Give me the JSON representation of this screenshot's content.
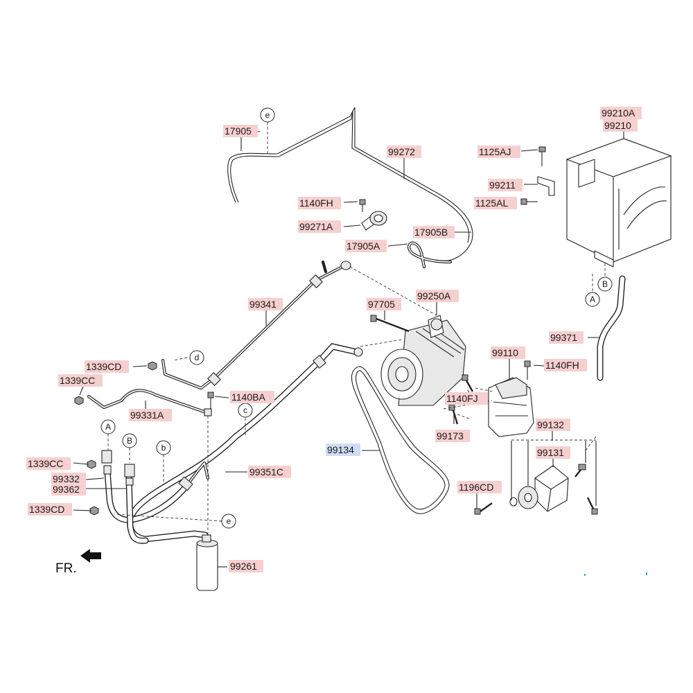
{
  "diagram": {
    "part_numbers": {
      "p17905": "17905",
      "p99272": "99272",
      "p99210A": "99210A",
      "p99210": "99210",
      "p1125AJ": "1125AJ",
      "p99211": "99211",
      "p1125AL": "1125AL",
      "p1140FH_top": "1140FH",
      "p99271A": "99271A",
      "p17905B": "17905B",
      "p17905A": "17905A",
      "p99341": "99341",
      "p97705": "97705",
      "p99250A": "99250A",
      "p99371": "99371",
      "p1339CD_top": "1339CD",
      "p1339CC_top": "1339CC",
      "p99110": "99110",
      "p1140FH_right": "1140FH",
      "p1140BA": "1140BA",
      "p99331A": "99331A",
      "p1140FJ": "1140FJ",
      "p99173": "99173",
      "p99132": "99132",
      "p99134": "99134",
      "p99131": "99131",
      "p1339CC_low": "1339CC",
      "p99351C": "99351C",
      "p99332": "99332",
      "p99362": "99362",
      "p1196CD": "1196CD",
      "p1339CD_low": "1339CD",
      "p99261": "99261"
    },
    "connectors": {
      "e_top": "e",
      "d": "d",
      "c": "c",
      "A_low": "A",
      "B_low": "B",
      "b": "b",
      "e_low": "e",
      "A_right": "A",
      "B_right": "B"
    },
    "direction_label": "FR.",
    "colors": {
      "label_highlight": "#f6cfcf",
      "label_highlight_blue": "#cfdcf6",
      "line": "#222222"
    }
  }
}
